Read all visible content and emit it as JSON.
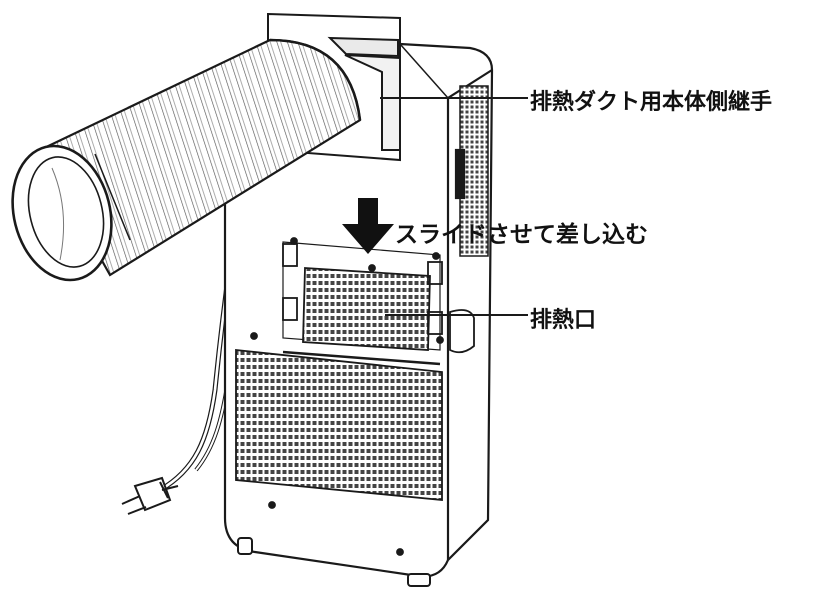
{
  "labels": {
    "duct_joint": "排熱ダクト用本体側継手",
    "slide_instruction": "スライドさせて差し込む",
    "exhaust_outlet": "排熱口"
  },
  "colors": {
    "line": "#1a1a1a",
    "fill": "#ffffff",
    "mesh": "#333333",
    "shade": "#e6e6e6"
  },
  "icons": {
    "arrow": "down-arrow-icon",
    "plug": "power-plug-icon"
  }
}
